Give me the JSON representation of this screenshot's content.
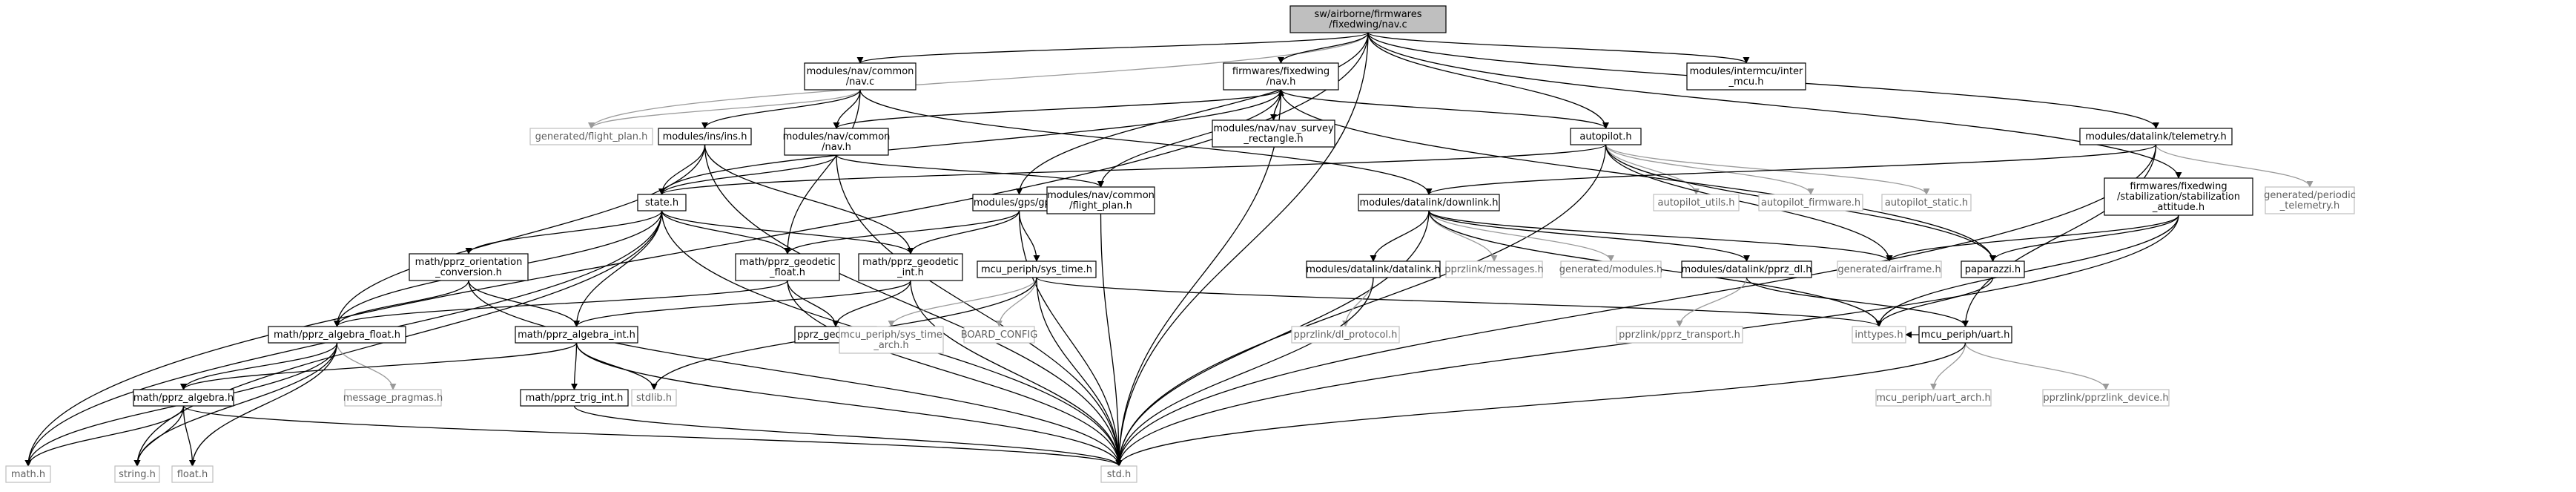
{
  "nodes": [
    {
      "id": "nav_c",
      "lines": [
        "sw/airborne/firmwares",
        "/fixedwing/nav.c"
      ],
      "style": "root"
    },
    {
      "id": "math_h",
      "lines": [
        "math.h"
      ],
      "style": "dim"
    },
    {
      "id": "flight_plan_gen",
      "lines": [
        "generated/flight_plan.h"
      ],
      "style": "dim"
    },
    {
      "id": "common_nav_c",
      "lines": [
        "modules/nav/common",
        "/nav.c"
      ],
      "style": "normal"
    },
    {
      "id": "fixedwing_nav_h",
      "lines": [
        "firmwares/fixedwing",
        "/nav.h"
      ],
      "style": "normal"
    },
    {
      "id": "intermcu",
      "lines": [
        "modules/intermcu/inter",
        "_mcu.h"
      ],
      "style": "normal"
    },
    {
      "id": "telemetry",
      "lines": [
        "modules/datalink/telemetry.h"
      ],
      "style": "normal"
    },
    {
      "id": "ins_h",
      "lines": [
        "modules/ins/ins.h"
      ],
      "style": "normal"
    },
    {
      "id": "common_nav_h",
      "lines": [
        "modules/nav/common",
        "/nav.h"
      ],
      "style": "normal"
    },
    {
      "id": "survey_rect",
      "lines": [
        "modules/nav/nav_survey",
        "_rectangle.h"
      ],
      "style": "normal"
    },
    {
      "id": "autopilot_h",
      "lines": [
        "autopilot.h"
      ],
      "style": "normal"
    },
    {
      "id": "gen_periodic",
      "lines": [
        "generated/periodic",
        "_telemetry.h"
      ],
      "style": "dim"
    },
    {
      "id": "state_h",
      "lines": [
        "state.h"
      ],
      "style": "normal"
    },
    {
      "id": "gps_h",
      "lines": [
        "modules/gps/gps.h"
      ],
      "style": "normal"
    },
    {
      "id": "common_fp",
      "lines": [
        "modules/nav/common",
        "/flight_plan.h"
      ],
      "style": "normal"
    },
    {
      "id": "downlink",
      "lines": [
        "modules/datalink/downlink.h"
      ],
      "style": "normal"
    },
    {
      "id": "ap_utils",
      "lines": [
        "autopilot_utils.h"
      ],
      "style": "dim"
    },
    {
      "id": "ap_firmware",
      "lines": [
        "autopilot_firmware.h"
      ],
      "style": "dim"
    },
    {
      "id": "ap_static",
      "lines": [
        "autopilot_static.h"
      ],
      "style": "dim"
    },
    {
      "id": "stab_att",
      "lines": [
        "firmwares/fixedwing",
        "/stabilization/stabilization",
        "_attitude.h"
      ],
      "style": "normal"
    },
    {
      "id": "orient_conv",
      "lines": [
        "math/pprz_orientation",
        "_conversion.h"
      ],
      "style": "normal"
    },
    {
      "id": "geo_float",
      "lines": [
        "math/pprz_geodetic",
        "_float.h"
      ],
      "style": "normal"
    },
    {
      "id": "geo_int",
      "lines": [
        "math/pprz_geodetic",
        "_int.h"
      ],
      "style": "normal"
    },
    {
      "id": "sys_time",
      "lines": [
        "mcu_periph/sys_time.h"
      ],
      "style": "normal"
    },
    {
      "id": "dl_datalink",
      "lines": [
        "modules/datalink/datalink.h"
      ],
      "style": "normal"
    },
    {
      "id": "pprz_msgs",
      "lines": [
        "pprzlink/messages.h"
      ],
      "style": "dim"
    },
    {
      "id": "gen_modules",
      "lines": [
        "generated/modules.h"
      ],
      "style": "dim"
    },
    {
      "id": "pprz_dl",
      "lines": [
        "modules/datalink/pprz_dl.h"
      ],
      "style": "normal"
    },
    {
      "id": "gen_airframe",
      "lines": [
        "generated/airframe.h"
      ],
      "style": "dim"
    },
    {
      "id": "paparazzi",
      "lines": [
        "paparazzi.h"
      ],
      "style": "normal"
    },
    {
      "id": "alg_float",
      "lines": [
        "math/pprz_algebra_float.h"
      ],
      "style": "normal"
    },
    {
      "id": "alg_int",
      "lines": [
        "math/pprz_algebra_int.h"
      ],
      "style": "normal"
    },
    {
      "id": "pprz_geodetic",
      "lines": [
        "pprz_geodetic.h"
      ],
      "style": "normal"
    },
    {
      "id": "sys_time_arch",
      "lines": [
        "mcu_periph/sys_time",
        "_arch.h"
      ],
      "style": "dim"
    },
    {
      "id": "board_config",
      "lines": [
        "BOARD_CONFIG"
      ],
      "style": "dim"
    },
    {
      "id": "dl_protocol",
      "lines": [
        "pprzlink/dl_protocol.h"
      ],
      "style": "dim"
    },
    {
      "id": "pprz_transport",
      "lines": [
        "pprzlink/pprz_transport.h"
      ],
      "style": "dim"
    },
    {
      "id": "inttypes",
      "lines": [
        "inttypes.h"
      ],
      "style": "dim"
    },
    {
      "id": "uart_h",
      "lines": [
        "mcu_periph/uart.h"
      ],
      "style": "normal"
    },
    {
      "id": "msg_pragmas",
      "lines": [
        "message_pragmas.h"
      ],
      "style": "dim"
    },
    {
      "id": "stdlib",
      "lines": [
        "stdlib.h"
      ],
      "style": "dim"
    },
    {
      "id": "alg_h",
      "lines": [
        "math/pprz_algebra.h"
      ],
      "style": "normal"
    },
    {
      "id": "trig_int",
      "lines": [
        "math/pprz_trig_int.h"
      ],
      "style": "normal"
    },
    {
      "id": "uart_arch",
      "lines": [
        "mcu_periph/uart_arch.h"
      ],
      "style": "dim"
    },
    {
      "id": "pprzlink_dev",
      "lines": [
        "pprzlink/pprzlink_device.h"
      ],
      "style": "dim"
    },
    {
      "id": "string_h",
      "lines": [
        "string.h"
      ],
      "style": "dim"
    },
    {
      "id": "float_h",
      "lines": [
        "float.h"
      ],
      "style": "dim"
    },
    {
      "id": "std_h",
      "lines": [
        "std.h"
      ],
      "style": "dim"
    }
  ],
  "edges": [
    [
      "nav_c",
      "math_h"
    ],
    [
      "nav_c",
      "flight_plan_gen"
    ],
    [
      "nav_c",
      "common_nav_c"
    ],
    [
      "nav_c",
      "fixedwing_nav_h"
    ],
    [
      "nav_c",
      "intermcu"
    ],
    [
      "nav_c",
      "telemetry"
    ],
    [
      "nav_c",
      "autopilot_h"
    ],
    [
      "nav_c",
      "gps_h"
    ],
    [
      "nav_c",
      "std_h"
    ],
    [
      "nav_c",
      "stab_att"
    ],
    [
      "common_nav_c",
      "flight_plan_gen"
    ],
    [
      "common_nav_c",
      "ins_h"
    ],
    [
      "common_nav_c",
      "common_nav_h"
    ],
    [
      "common_nav_c",
      "downlink"
    ],
    [
      "common_nav_c",
      "geo_float"
    ],
    [
      "fixedwing_nav_h",
      "common_nav_h"
    ],
    [
      "fixedwing_nav_h",
      "survey_rect"
    ],
    [
      "fixedwing_nav_h",
      "autopilot_h"
    ],
    [
      "fixedwing_nav_h",
      "state_h"
    ],
    [
      "fixedwing_nav_h",
      "common_fp"
    ],
    [
      "fixedwing_nav_h",
      "std_h"
    ],
    [
      "fixedwing_nav_h",
      "paparazzi"
    ],
    [
      "survey_rect",
      "fixedwing_nav_h"
    ],
    [
      "ins_h",
      "state_h"
    ],
    [
      "ins_h",
      "alg_float"
    ],
    [
      "ins_h",
      "geo_int"
    ],
    [
      "ins_h",
      "std_h"
    ],
    [
      "common_nav_h",
      "state_h"
    ],
    [
      "common_nav_h",
      "common_fp"
    ],
    [
      "common_nav_h",
      "std_h"
    ],
    [
      "autopilot_h",
      "state_h"
    ],
    [
      "autopilot_h",
      "ap_utils"
    ],
    [
      "autopilot_h",
      "ap_firmware"
    ],
    [
      "autopilot_h",
      "ap_static"
    ],
    [
      "autopilot_h",
      "gen_airframe"
    ],
    [
      "autopilot_h",
      "paparazzi"
    ],
    [
      "autopilot_h",
      "std_h"
    ],
    [
      "telemetry",
      "gen_periodic"
    ],
    [
      "telemetry",
      "downlink"
    ],
    [
      "telemetry",
      "uart_h"
    ],
    [
      "telemetry",
      "std_h"
    ],
    [
      "state_h",
      "geo_float"
    ],
    [
      "state_h",
      "geo_int"
    ],
    [
      "state_h",
      "orient_conv"
    ],
    [
      "state_h",
      "alg_float"
    ],
    [
      "state_h",
      "alg_int"
    ],
    [
      "state_h",
      "std_h"
    ],
    [
      "state_h",
      "string_h"
    ],
    [
      "state_h",
      "math_h"
    ],
    [
      "gps_h",
      "geo_float"
    ],
    [
      "gps_h",
      "geo_int"
    ],
    [
      "gps_h",
      "sys_time"
    ],
    [
      "gps_h",
      "std_h"
    ],
    [
      "common_fp",
      "std_h"
    ],
    [
      "downlink",
      "dl_datalink"
    ],
    [
      "downlink",
      "pprz_msgs"
    ],
    [
      "downlink",
      "gen_modules"
    ],
    [
      "downlink",
      "pprz_dl"
    ],
    [
      "downlink",
      "gen_airframe"
    ],
    [
      "downlink",
      "inttypes"
    ],
    [
      "downlink",
      "std_h"
    ],
    [
      "stab_att",
      "gen_airframe"
    ],
    [
      "stab_att",
      "paparazzi"
    ],
    [
      "stab_att",
      "inttypes"
    ],
    [
      "stab_att",
      "std_h"
    ],
    [
      "orient_conv",
      "alg_float"
    ],
    [
      "orient_conv",
      "alg_int"
    ],
    [
      "orient_conv",
      "std_h"
    ],
    [
      "geo_float",
      "alg_float"
    ],
    [
      "geo_float",
      "pprz_geodetic"
    ],
    [
      "geo_float",
      "std_h"
    ],
    [
      "geo_int",
      "alg_int"
    ],
    [
      "geo_int",
      "pprz_geodetic"
    ],
    [
      "geo_int",
      "std_h"
    ],
    [
      "sys_time",
      "sys_time_arch"
    ],
    [
      "sys_time",
      "board_config"
    ],
    [
      "sys_time",
      "inttypes"
    ],
    [
      "sys_time",
      "stdlib"
    ],
    [
      "sys_time",
      "std_h"
    ],
    [
      "dl_datalink",
      "dl_protocol"
    ],
    [
      "dl_datalink",
      "std_h"
    ],
    [
      "pprz_dl",
      "pprz_transport"
    ],
    [
      "pprz_dl",
      "uart_h"
    ],
    [
      "paparazzi",
      "inttypes"
    ],
    [
      "alg_float",
      "alg_h"
    ],
    [
      "alg_float",
      "msg_pragmas"
    ],
    [
      "alg_float",
      "math_h"
    ],
    [
      "alg_float",
      "float_h"
    ],
    [
      "alg_float",
      "string_h"
    ],
    [
      "alg_int",
      "alg_h"
    ],
    [
      "alg_int",
      "trig_int"
    ],
    [
      "alg_int",
      "stdlib"
    ],
    [
      "alg_int",
      "std_h"
    ],
    [
      "alg_h",
      "math_h"
    ],
    [
      "alg_h",
      "string_h"
    ],
    [
      "alg_h",
      "float_h"
    ],
    [
      "alg_h",
      "std_h"
    ],
    [
      "trig_int",
      "std_h"
    ],
    [
      "uart_h",
      "inttypes"
    ],
    [
      "uart_h",
      "uart_arch"
    ],
    [
      "uart_h",
      "pprzlink_dev"
    ],
    [
      "uart_h",
      "std_h"
    ]
  ]
}
